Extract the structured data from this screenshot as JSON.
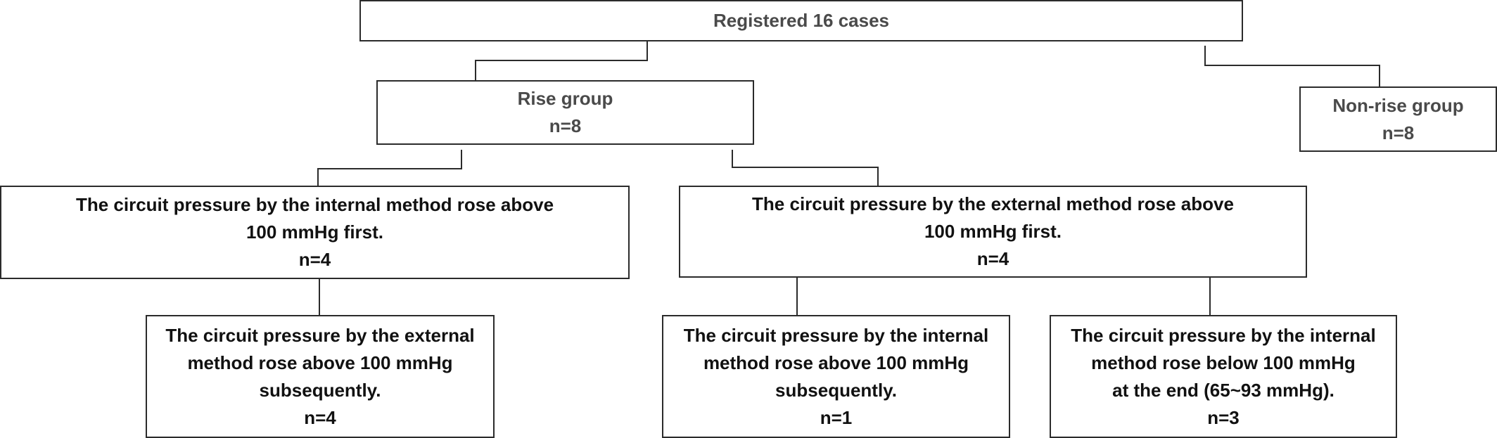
{
  "nodes": {
    "registered": {
      "lines": [
        "Registered 16 cases"
      ]
    },
    "rise": {
      "lines": [
        "Rise group",
        "n=8"
      ]
    },
    "nonrise": {
      "lines": [
        "Non-rise group",
        "n=8"
      ]
    },
    "internal_first": {
      "lines": [
        "The circuit pressure by the internal method rose above",
        "100 mmHg first.",
        "n=4"
      ]
    },
    "external_first": {
      "lines": [
        "The circuit pressure by the external method rose above",
        "100 mmHg first.",
        "n=4"
      ]
    },
    "external_subsequent": {
      "lines": [
        "The circuit pressure by the external",
        "method rose above 100 mmHg",
        "subsequently.",
        "n=4"
      ]
    },
    "internal_subsequent": {
      "lines": [
        "The circuit pressure by the internal",
        "method rose above 100 mmHg",
        "subsequently.",
        "n=1"
      ]
    },
    "internal_below": {
      "lines": [
        "The circuit pressure by the internal",
        "method rose below 100 mmHg",
        "at the end (65~93 mmHg).",
        "n=3"
      ]
    }
  },
  "edges": [
    {
      "from": "registered",
      "to": "rise"
    },
    {
      "from": "registered",
      "to": "nonrise"
    },
    {
      "from": "rise",
      "to": "internal_first"
    },
    {
      "from": "rise",
      "to": "external_first"
    },
    {
      "from": "internal_first",
      "to": "external_subsequent"
    },
    {
      "from": "external_first",
      "to": "internal_subsequent"
    },
    {
      "from": "external_first",
      "to": "internal_below"
    }
  ]
}
